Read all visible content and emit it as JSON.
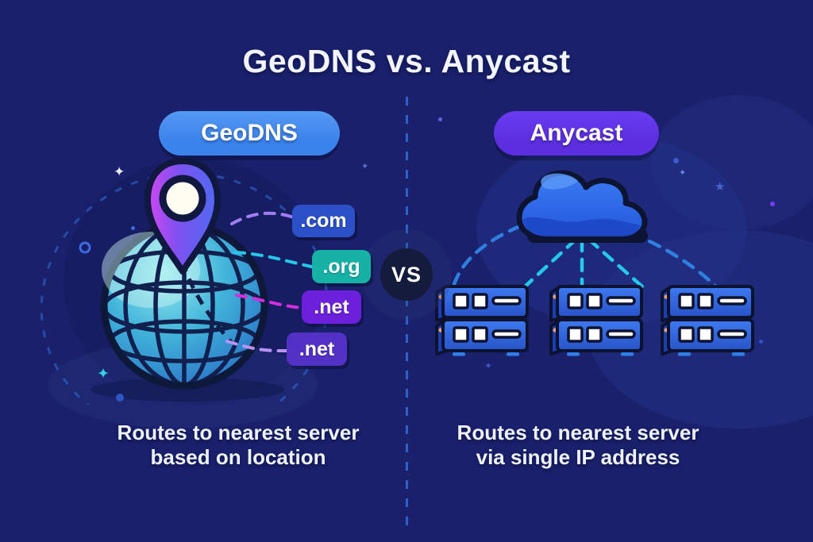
{
  "title": "GeoDNS vs. Anycast",
  "vs_label": "VS",
  "left": {
    "badge": "GeoDNS",
    "domains": [
      ".com",
      ".org",
      ".net",
      ".net"
    ],
    "caption": [
      "Routes to nearest server",
      "based on location"
    ]
  },
  "right": {
    "badge": "Anycast",
    "caption": [
      "Routes to nearest server",
      "via single IP address"
    ]
  },
  "icons": {
    "left_illustration": "globe-with-location-pin",
    "right_illustration": "cloud-with-three-server-racks",
    "sparkles": "four-point-star"
  },
  "colors": {
    "background": "#1a206b",
    "title_text": "#f2f5ff",
    "geodns_badge": "#3a82ec",
    "anycast_badge": "#5c2ee0",
    "com_badge": "#2b50c8",
    "org_badge": "#17b2a6",
    "net_badge": "#6c20dc",
    "net2_badge": "#5431c6",
    "vs_circle": "#151b3c",
    "divider": "#2f6fd8",
    "globe_teal": "#3fc0dc",
    "pin_purple": "#8b3cf0",
    "cloud_blue": "#2a62e8",
    "server_blue": "#2f62d8",
    "connector_cyan": "#24c8e8",
    "connector_purple": "#a07df0",
    "connector_magenta": "#d42ee0"
  }
}
